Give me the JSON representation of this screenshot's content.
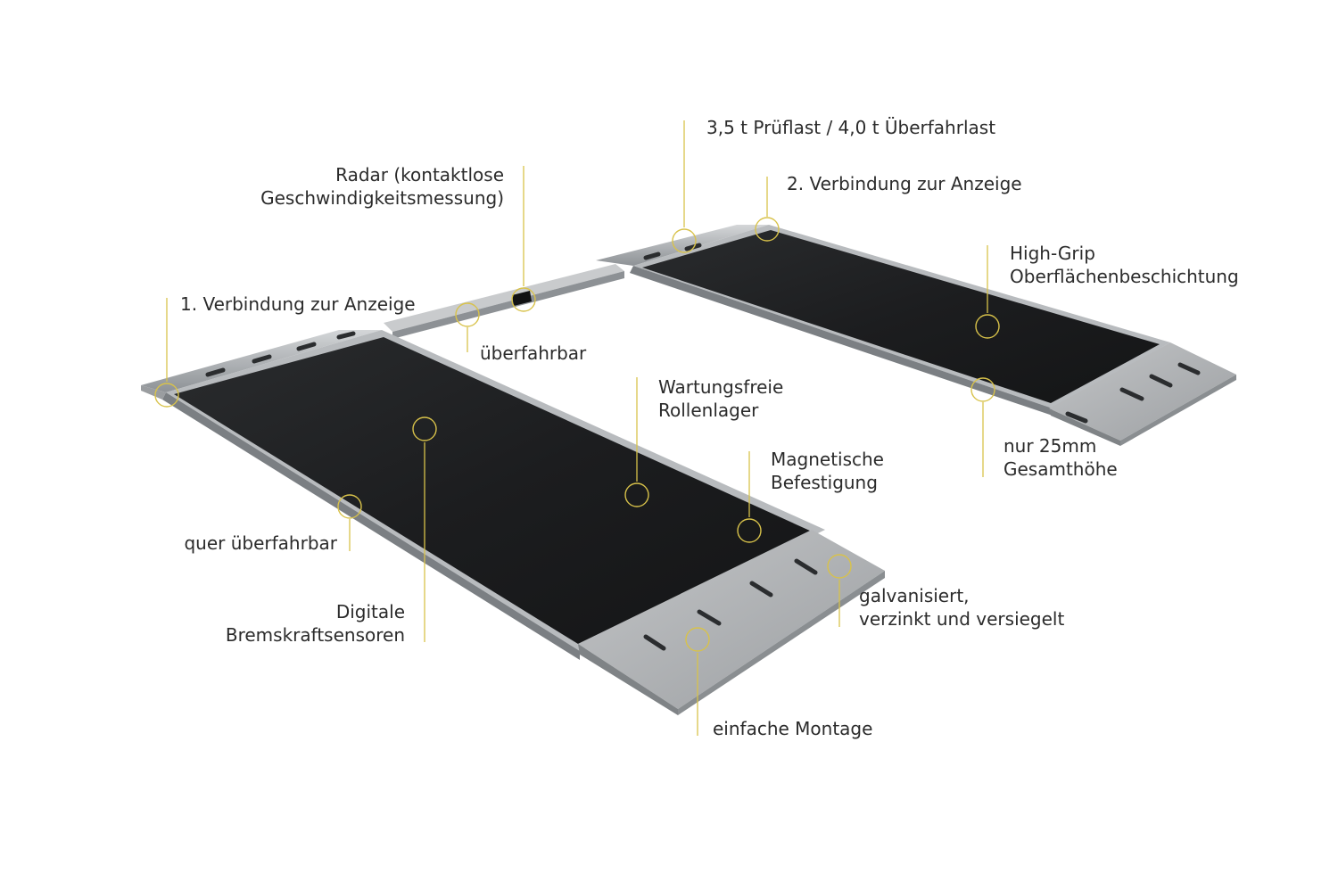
{
  "accent_color": "#d8c24a",
  "labels": {
    "pruflast": [
      "3,5 t Prüflast / 4,0 t Überfahrlast"
    ],
    "verbindung2": [
      "2. Verbindung zur Anzeige"
    ],
    "radar": [
      "Radar (kontaktlose",
      "Geschwindigkeitsmessung)"
    ],
    "verbindung1": [
      "1. Verbindung zur Anzeige"
    ],
    "ueberfahrbar": [
      "überfahrbar"
    ],
    "highgrip": [
      "High-Grip",
      "Oberflächenbeschichtung"
    ],
    "wartung": [
      "Wartungsfreie",
      "Rollenlager"
    ],
    "nur25": [
      "nur 25mm",
      "Gesamthöhe"
    ],
    "magnet": [
      "Magnetische",
      "Befestigung"
    ],
    "quer": [
      "quer überfahrbar"
    ],
    "galvan": [
      "galvanisiert,",
      "verzinkt und versiegelt"
    ],
    "digitale": [
      "Digitale",
      "Bremskraftsensoren"
    ],
    "montage": [
      "einfache Montage"
    ]
  }
}
